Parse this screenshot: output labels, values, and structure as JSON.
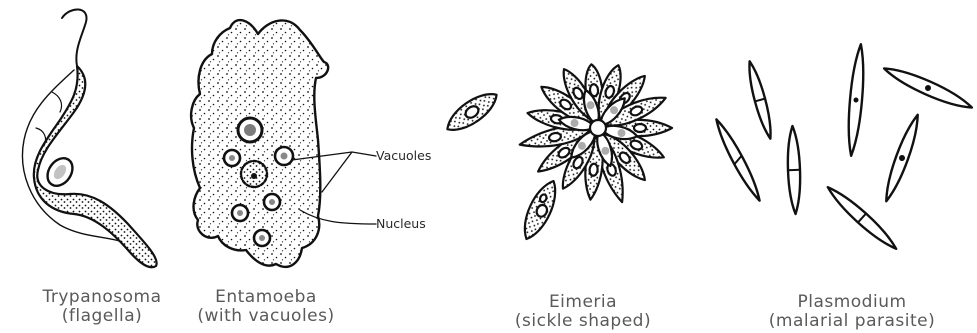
{
  "organisms": [
    {
      "name": "Trypanosoma",
      "note": "(flagella)"
    },
    {
      "name": "Entamoeba",
      "note": "(with vacuoles)"
    },
    {
      "name": "Eimeria",
      "note": "(sickle shaped)"
    },
    {
      "name": "Plasmodium",
      "note": "(malarial parasite)"
    }
  ],
  "labels": {
    "vacuoles": "Vacuoles",
    "nucleus": "Nucleus"
  },
  "colors": {
    "ink": "#111111",
    "caption": "#5a5a5a"
  }
}
